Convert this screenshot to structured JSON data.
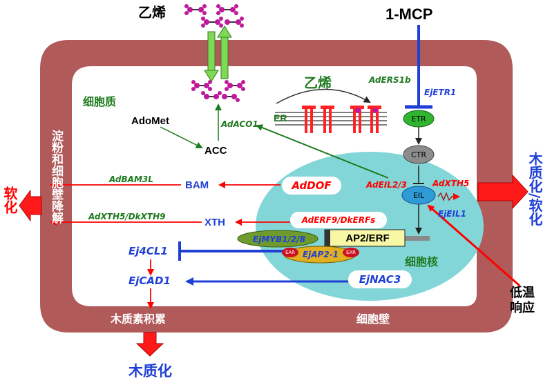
{
  "labels": {
    "ethylene_top": "乙烯",
    "mcp": "1-MCP",
    "ethylene_er": "乙烯",
    "cytoplasm": "细胞质",
    "adomet": "AdoMet",
    "acc": "ACC",
    "adaco1": "AdACO1",
    "aders1b": "AdERS1b",
    "ejetr1": "EjETR1",
    "er": "ER",
    "etr": "ETR",
    "ctr": "CTR",
    "eil": "EIL",
    "adeil23": "AdEIL2/3",
    "adxth5_right": "AdXTH5",
    "ejeil1": "EjEIL1",
    "addof": "AdDOF",
    "aderf9": "AdERF9/DkERFs",
    "ap2erf": "AP2/ERF",
    "ejmyb": "EjMYB1/2/8",
    "ejap21": "EjAP2-1",
    "ear": "EAR",
    "nucleus": "细胞核",
    "ejnac3": "EjNAC3",
    "adbam3l": "AdBAM3L",
    "bam": "BAM",
    "adxth5_dkxth9": "AdXTH5/DkXTH9",
    "xth": "XTH",
    "ej4cl1": "Ej4CL1",
    "ejcad1": "EjCAD1",
    "lignin_accum": "木质素积累",
    "cell_wall": "细胞壁",
    "starch_wall": "淀粉和细胞壁降解",
    "soften_left": "软化",
    "lignify_soften": "木质化/软化",
    "low_temp": "低温响应",
    "lignify_bottom": "木质化"
  },
  "colors": {
    "wall": "#b05a5a",
    "nucleus": "#83d6d8",
    "red": "#ff0000",
    "blue": "#1f3fd6",
    "green": "#1e7a1e",
    "etr_fill": "#2fb52f",
    "ctr_fill": "#8c8c8c",
    "eil_fill": "#2e9ad6",
    "ap2_fill": "#f7f7a6",
    "myb_fill": "#6f9a2e",
    "ejap_fill": "#e0b020",
    "ethylene_molecule": "#c0189a",
    "er_receptor": "#ff2222"
  }
}
